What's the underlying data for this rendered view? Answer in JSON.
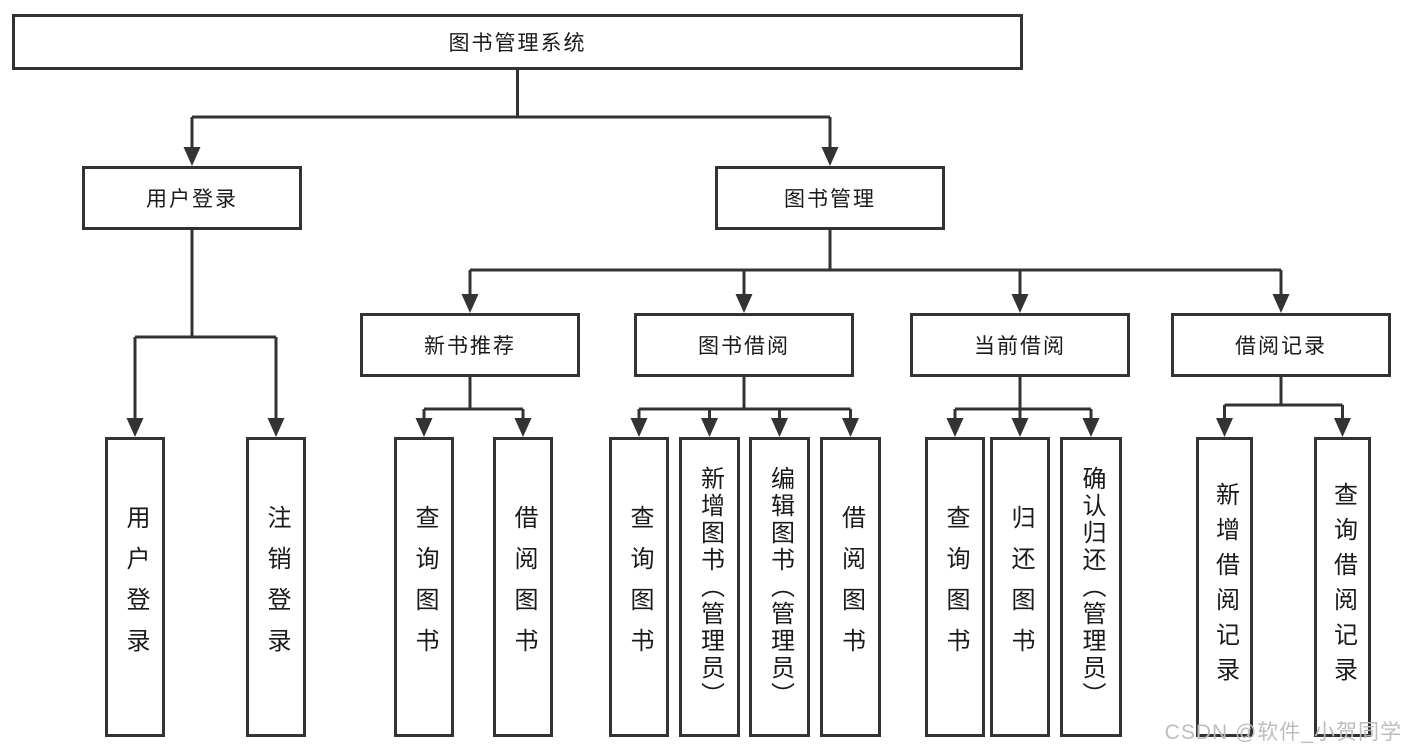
{
  "diagram": {
    "root": {
      "label": "图书管理系统"
    },
    "level2": [
      {
        "label": "用户登录"
      },
      {
        "label": "图书管理"
      }
    ],
    "level3": [
      {
        "label": "新书推荐",
        "parent": "图书管理"
      },
      {
        "label": "图书借阅",
        "parent": "图书管理"
      },
      {
        "label": "当前借阅",
        "parent": "图书管理"
      },
      {
        "label": "借阅记录",
        "parent": "图书管理"
      }
    ],
    "leaves": [
      {
        "label": "用户登录",
        "parent": "用户登录"
      },
      {
        "label": "注销登录",
        "parent": "用户登录"
      },
      {
        "label": "查询图书",
        "parent": "新书推荐"
      },
      {
        "label": "借阅图书",
        "parent": "新书推荐"
      },
      {
        "label": "查询图书",
        "parent": "图书借阅"
      },
      {
        "label": "新增图书（管理员）",
        "parent": "图书借阅"
      },
      {
        "label": "编辑图书（管理员）",
        "parent": "图书借阅"
      },
      {
        "label": "借阅图书",
        "parent": "图书借阅"
      },
      {
        "label": "查询图书",
        "parent": "当前借阅"
      },
      {
        "label": "归还图书",
        "parent": "当前借阅"
      },
      {
        "label": "确认归还（管理员）",
        "parent": "当前借阅"
      },
      {
        "label": "新增借阅记录",
        "parent": "借阅记录"
      },
      {
        "label": "查询借阅记录",
        "parent": "借阅记录"
      }
    ]
  },
  "watermark": {
    "text": "CSDN @软件_小贺同学"
  },
  "colors": {
    "line": "#333333",
    "box_border": "#333333",
    "text": "#1a1a1a",
    "watermark": "#bdbdbd",
    "background": "#ffffff"
  }
}
